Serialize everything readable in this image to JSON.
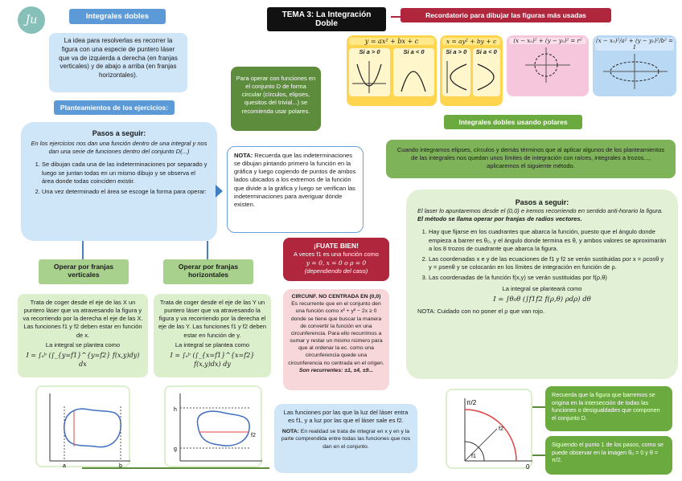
{
  "logo_text": "Ju",
  "title": "TEMA 3: La Integración Doble",
  "integrales_dobles": "Integrales dobles",
  "intro_text": "La idea para resolverlas es recorrer la figura con una especie de puntero láser que va de izquierda a derecha (en franjas verticales) y de abajo a arriba (en franjas horizontales).",
  "planteamientos": "Planteamientos de los ejercicios:",
  "pasos": {
    "title": "Pasos a seguir:",
    "subtitle": "En los ejercicios nos dan una función dentro de una integral y nos dan una serie de funciones dentro del conjunto D(...)",
    "items": [
      "Se dibujan cada una de las indeterminaciones por separado y luego se juntan todas en un mismo dibujo y se observa el área donde todas coinciden existir.",
      "Una vez determinado el área se escoge la forma para operar:"
    ]
  },
  "franjas_v": {
    "title": "Operar por franjas verticales",
    "text": "Trata de coger desde el eje de las X un puntero láser que va atravesando la figura y va recorriendo por la derecha el eje de las X. Las funciones f1 y f2 deben estar en función de x.",
    "integral_label": "La integral se plantea como",
    "formula": "I = ∫ₐᵇ (∫_{y=f1}^{y=f2} f(x,y)dy) dx"
  },
  "franjas_h": {
    "title": "Operar por franjas horizontales",
    "text": "Trata de coger desde el eje de las Y un puntero láser que va atravesando la figura y va recorriendo por la derecha el eje de las Y. Las funciones f1 y f2 deben estar en función de y.",
    "integral_label": "La integral se plantea como",
    "formula": "I = ∫ₐᵇ (∫_{x=f1}^{x=f2} f(x,y)dx) dy"
  },
  "polar_note": "Para operar con funciones en el conjunto D de forma circular (círculos, elipses, quesitos del trivial...) se recomienda usar polares.",
  "nota_box": {
    "label": "NOTA:",
    "text": "Recuerda que las indeterminaciones se dibujan pintando primero la función en la gráfica y luego cogiendo de puntos de ambos lados ubicados a los extremos de la función que divide a la gráfica y luego se verifican las indeterminaciones para averiguar dónde existen."
  },
  "fuate": {
    "title": "¡FUATE BIEN!",
    "line1": "A veces f1 es una función como",
    "line2": "y = 0, x = 0 o ρ = 0",
    "line3": "(dependiendo del caso)"
  },
  "circunf": {
    "title": "CIRCUNF. NO CENTRADA EN (0,0)",
    "text": "Es recurrente que en el conjunto den una función como x² + y² − 2x ≥ 0 donde se tiene que buscar la manera de convertir la función en una circunferencia. Para ello recurrimos a sumar y restar un mismo número para que al ordenar la ec. como una circunferencia quede una circunferencia no centrada en el origen.",
    "recurrentes": "Son recurrentes: ±1, ±4, ±9..."
  },
  "laser_box": {
    "text": "Las funciones por las que la luz del láser entra es f1, y a luz por las que el láser sale es f2.",
    "nota_label": "NOTA:",
    "nota_text": "En realidad se trata de integrar en x y en y la parte comprendida entre todas las funciones que nos dan en el conjunto."
  },
  "recordatorio": "Recordatorio para dibujar las figuras más usadas",
  "figuras": {
    "f1_formula": "y = ax² + bx + c",
    "f2_formula": "x = ay² + by + c",
    "f3_formula": "(x − x₀)² + (y − y₀)² = r²",
    "f4_formula": "(x − x₀)²/a² + (y − y₀)²/b² = 1",
    "c1": "Si a > 0",
    "c2": "Si a < 0",
    "c3": "Si a > 0",
    "c4": "Si a < 0"
  },
  "polares_title": "Integrales dobles usando polares",
  "polares_intro": "Cuando integramos elipses, círculos y demás términos que al aplicar algunos de los planteamientos de las integrales nos quedan unos límites de integración con raíces, integrales a trozos..., aplicaremos el siguiente método.",
  "polares_pasos": {
    "title": "Pasos a seguir:",
    "sub1": "El laser lo apuntaremos desde el (0,0) e iremos recorriendo en sentido anti-horario la figura.",
    "sub2": "El método se llama operar por franjas de radios vectores.",
    "items": [
      "Hay que fijarse en los cuadrantes que abarca la función, puesto que el ángulo donde empieza a barrer es θ₀, y el ángulo donde termina es θ, y ambos valores se aproximarán a los 8 trozos de cuadrante que abarca la figura.",
      "Las coordenadas x e y de las ecuaciones de f1 y f2 se verán sustituidas por x = ρcosθ y y = ρsenθ y se colocarán en los límites de integración en función de ρ.",
      "Las coordenadas de la función f(x,y) se verán sustituidas por f(ρ,θ)"
    ],
    "integral_label": "La integral se planteará como",
    "formula": "I = ∫θ₀θ (∫f1f2 f(ρ,θ) ρdρ) dθ",
    "nota": "NOTA: Cuidado con no poner el ρ que van rojo."
  },
  "recuerda_box": "Recuerda que la figura que barremos se origina en la intersección de todas las funciones o desigualdades que componen el conjunto D.",
  "siguiendo_box": "Siguiendo el punto 1 de los pasos, como se puede observar en la imagen θ₀ = 0 y θ = π/2.",
  "graph_labels": {
    "a": "a",
    "b": "b",
    "h": "h",
    "g": "g",
    "f2": "f2",
    "f1": "f1",
    "pi2": "π/2",
    "zero": "0"
  }
}
